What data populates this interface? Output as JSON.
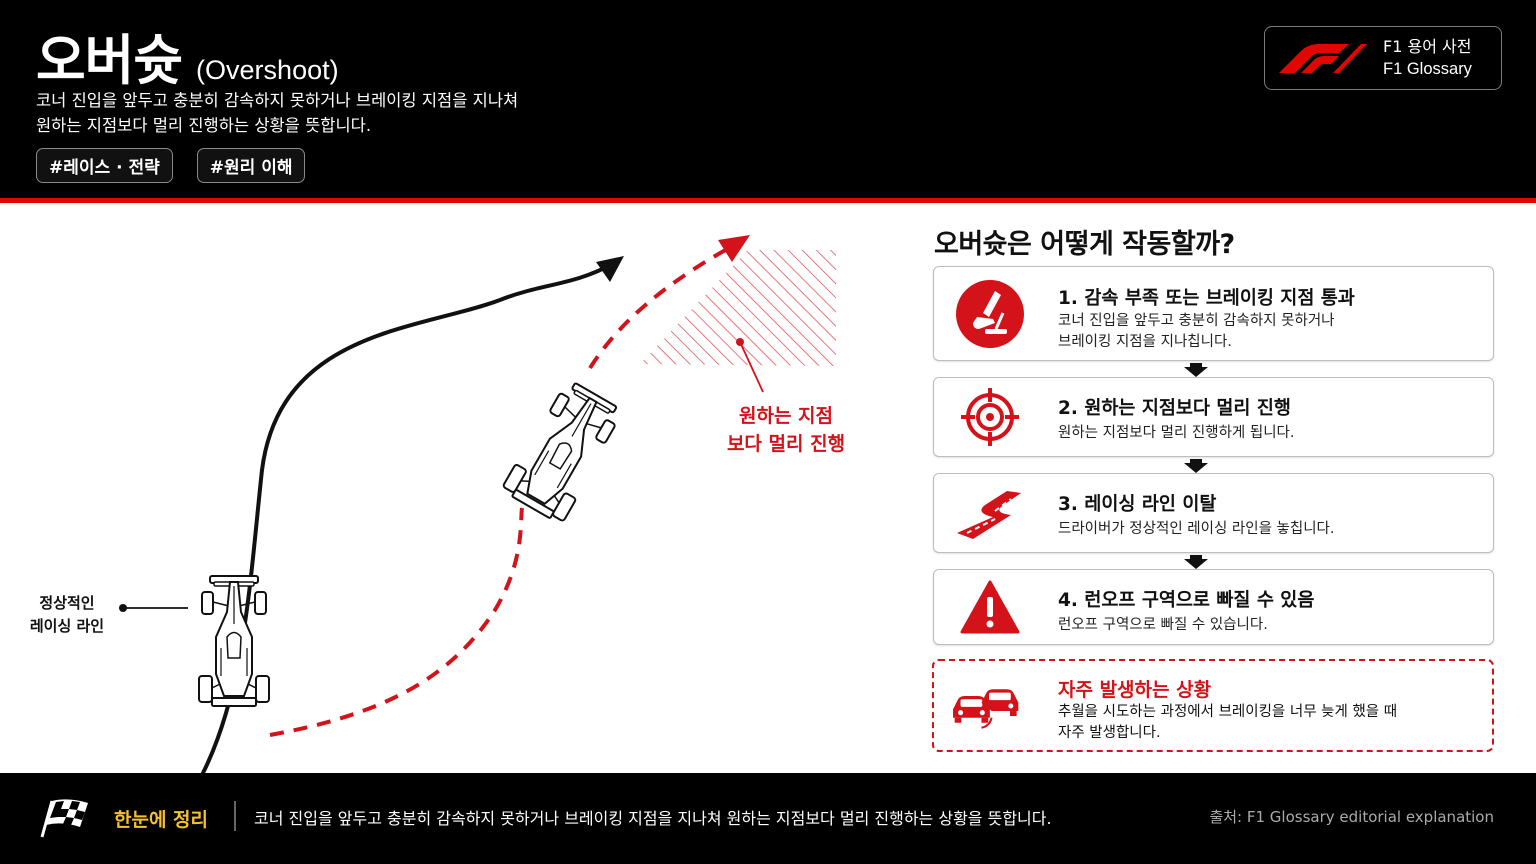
{
  "header": {
    "title": "오버슛",
    "title_en": "(Overshoot)",
    "desc_line1": "코너 진입을 앞두고 충분히 감속하지 못하거나 브레이킹 지점을 지나쳐",
    "desc_line2": "원하는 지점보다 멀리 진행하는 상황을 뜻합니다.",
    "tags": [
      "#레이스 · 전략",
      "#원리 이해"
    ],
    "badge_line1": "F1 용어 사전",
    "badge_line2": "F1 Glossary"
  },
  "diagram": {
    "normal_line_label_1": "정상적인",
    "normal_line_label_2": "레이싱 라인",
    "overshoot_label_1": "원하는 지점",
    "overshoot_label_2": "보다 멀리 진행"
  },
  "panel": {
    "title": "오버슛은 어떻게 작동할까?",
    "steps": [
      {
        "title": "1. 감속 부족 또는 브레이킹 지점 통과",
        "body1": "코너 진입을 앞두고 충분히 감속하지 못하거나",
        "body2": "브레이킹 지점을 지나칩니다.",
        "icon": "brake-pedal-icon"
      },
      {
        "title": "2. 원하는 지점보다 멀리 진행",
        "body1": "원하는 지점보다 멀리 진행하게 됩니다.",
        "body2": "",
        "icon": "target-icon"
      },
      {
        "title": "3. 레이싱 라인 이탈",
        "body1": "드라이버가 정상적인 레이싱 라인을 놓칩니다.",
        "body2": "",
        "icon": "road-icon"
      },
      {
        "title": "4. 런오프 구역으로 빠질 수 있음",
        "body1": "런오프 구역으로 빠질 수 있습니다.",
        "body2": "",
        "icon": "warning-icon"
      }
    ],
    "frequent": {
      "title": "자주 발생하는 상황",
      "body1": "추월을 시도하는 과정에서 브레이킹을 너무 늦게 했을 때",
      "body2": "자주 발생합니다.",
      "icon": "cars-icon"
    }
  },
  "footer": {
    "label": "한눈에 정리",
    "text": "코너 진입을 앞두고 충분히 감속하지 못하거나 브레이킹 지점을 지나쳐 원하는 지점보다 멀리 진행하는 상황을 뜻합니다.",
    "source": "출처: F1 Glossary editorial explanation"
  },
  "colors": {
    "accent": "#e10600",
    "red_text": "#d4121a",
    "header_bg": "#000000",
    "footer_highlight": "#f6c12b"
  }
}
